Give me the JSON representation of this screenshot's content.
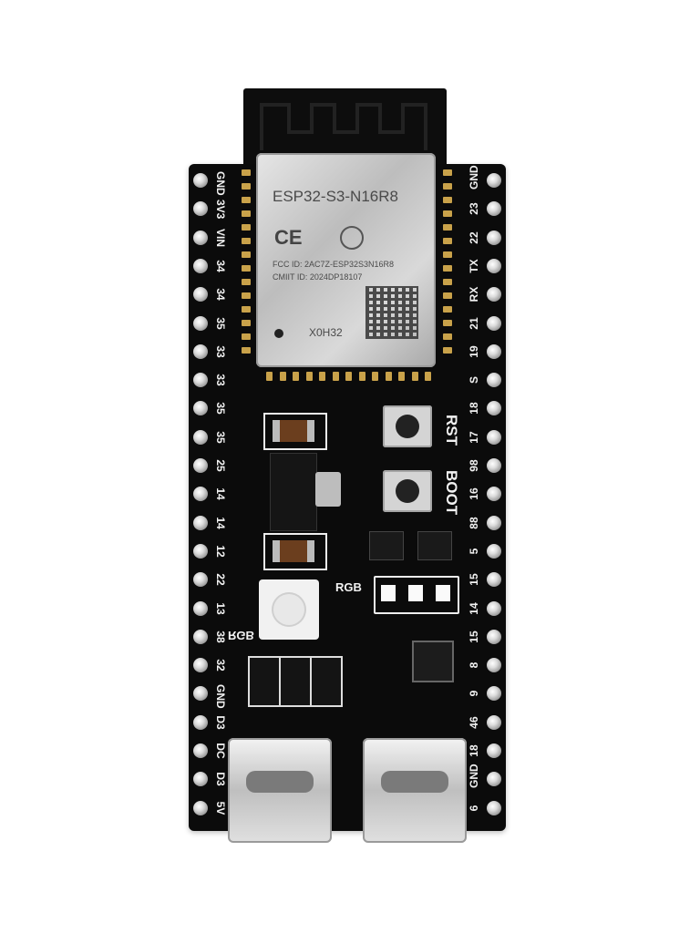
{
  "module": {
    "model": "ESP32-S3-N16R8",
    "ce_mark": "CE",
    "fcc_id": "FCC ID: 2AC7Z-ESP32S3N16R8",
    "cmiit_id": "CMIIT ID: 2024DP18107",
    "code": "X0H32"
  },
  "board_labels": {
    "rst": "RST",
    "boot": "BOOT",
    "rgb": "RGB",
    "rgb_mirrored": "RGB"
  },
  "pins_left": [
    "GND",
    "3V3",
    "VIN",
    "34",
    "34",
    "35",
    "33",
    "33",
    "35",
    "35",
    "25",
    "14",
    "14",
    "12",
    "22",
    "13",
    "38",
    "32",
    "GND",
    "D3",
    "DC",
    "D3",
    "5V"
  ],
  "pins_right": [
    "GND",
    "23",
    "22",
    "TX",
    "RX",
    "21",
    "19",
    "S",
    "18",
    "17",
    "98",
    "16",
    "88",
    "5",
    "15",
    "14",
    "15",
    "8",
    "9",
    "46",
    "18",
    "GND",
    "6"
  ],
  "colors": {
    "board": "#0b0b0b",
    "silkscreen": "#f2f2f2",
    "gold": "#c9a24a",
    "header_pin": "#c8c8c8"
  }
}
